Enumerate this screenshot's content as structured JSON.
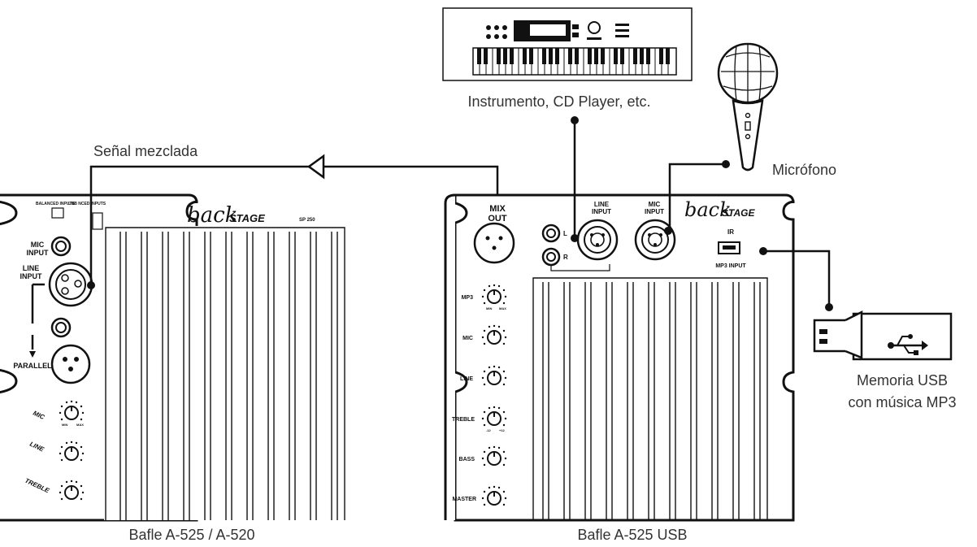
{
  "captions": {
    "signal": "Señal mezclada",
    "instrument": "Instrumento, CD Player, etc.",
    "microphone": "Micrófono",
    "usb_line1": "Memoria USB",
    "usb_line2": "con música MP3",
    "left_speaker": "Bafle A-525 / A-520",
    "right_speaker": "Bafle A-525 USB"
  },
  "left_panel": {
    "balanced_inputs": "BALANCED INPUTS",
    "unbalanced_inputs": "UNB NCED INPUTS",
    "brand": "backSTAGE",
    "model": "SP 250",
    "mic_input": [
      "MIC",
      "INPUT"
    ],
    "line_input": [
      "LINE",
      "INPUT"
    ],
    "parallel": "PARALLEL",
    "knobs": [
      "MIC",
      "LINE",
      "TREBLE"
    ],
    "min": "MIN",
    "max": "MAX"
  },
  "right_panel": {
    "brand": "backSTAGE",
    "mix_out": [
      "MIX",
      "OUT"
    ],
    "line_input": [
      "LINE",
      "INPUT"
    ],
    "mic_input": [
      "MIC",
      "INPUT"
    ],
    "left": "L",
    "right": "R",
    "ir": "IR",
    "mp3_input": "MP3 INPUT",
    "knobs": [
      "MP3",
      "MIC",
      "LINE",
      "TREBLE",
      "BASS",
      "MASTER"
    ],
    "min": "MIN",
    "max": "MAX",
    "tone_min": "-12",
    "tone_max": "+12"
  }
}
